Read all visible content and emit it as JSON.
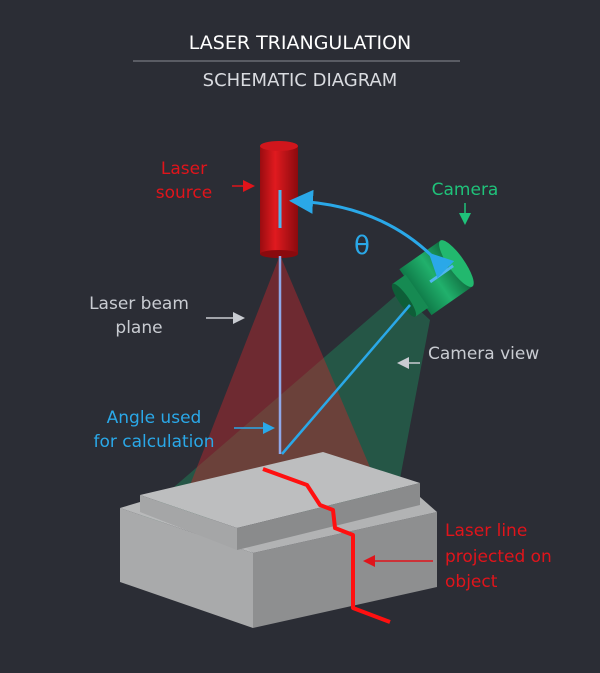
{
  "title": "LASER TRIANGULATION",
  "subtitle": "SCHEMATIC DIAGRAM",
  "labels": {
    "laser_source": [
      "Laser",
      "source"
    ],
    "camera": "Camera",
    "theta": "θ",
    "laser_beam_plane": [
      "Laser beam",
      "plane"
    ],
    "camera_view": "Camera view",
    "angle_used": [
      "Angle used",
      "for calculation"
    ],
    "laser_line": [
      "Laser line",
      "projected on",
      "object"
    ]
  },
  "colors": {
    "background": "#2b2d35",
    "red": "#e0141b",
    "green": "#1fc27a",
    "blue": "#2aa8e8",
    "gray_text": "#c9ccd2"
  }
}
